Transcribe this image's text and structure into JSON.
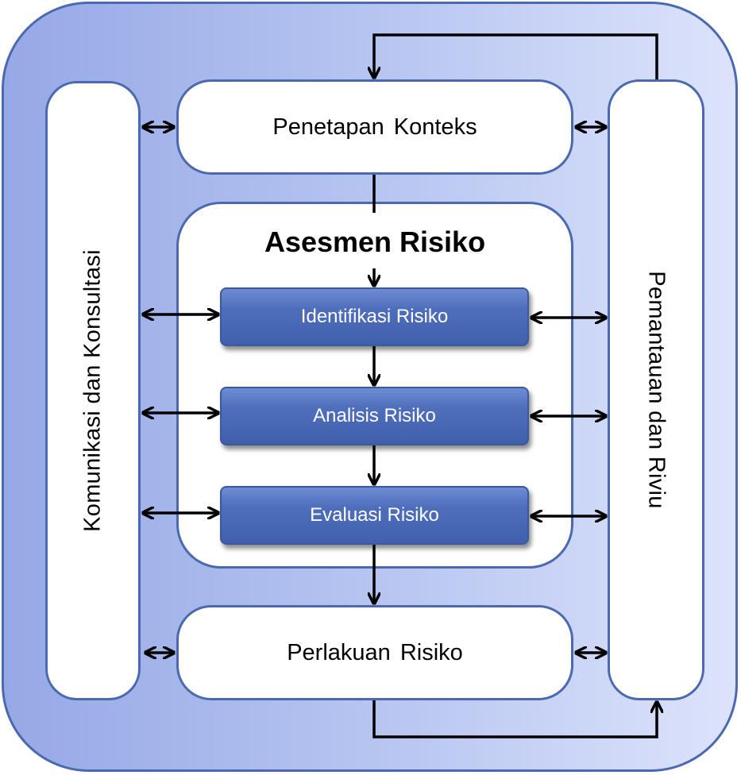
{
  "diagram": {
    "left_panel_label": "Komunikasi dan Konsultasi",
    "right_panel_label": "Pemantauan dan Riviu",
    "top_box_label": "Penetapan Konteks",
    "assessment_title": "Asesmen Risiko",
    "steps": [
      {
        "label": "Identifikasi Risiko"
      },
      {
        "label": "Analisis Risiko"
      },
      {
        "label": "Evaluasi Risiko"
      }
    ],
    "bottom_box_label": "Perlakuan Risiko"
  },
  "colors": {
    "border": "#4a69b0",
    "step_fill": "#4f6fbd",
    "step_text": "#ffffff",
    "background_start": "#96a9e6",
    "background_end": "#dde3fb"
  }
}
